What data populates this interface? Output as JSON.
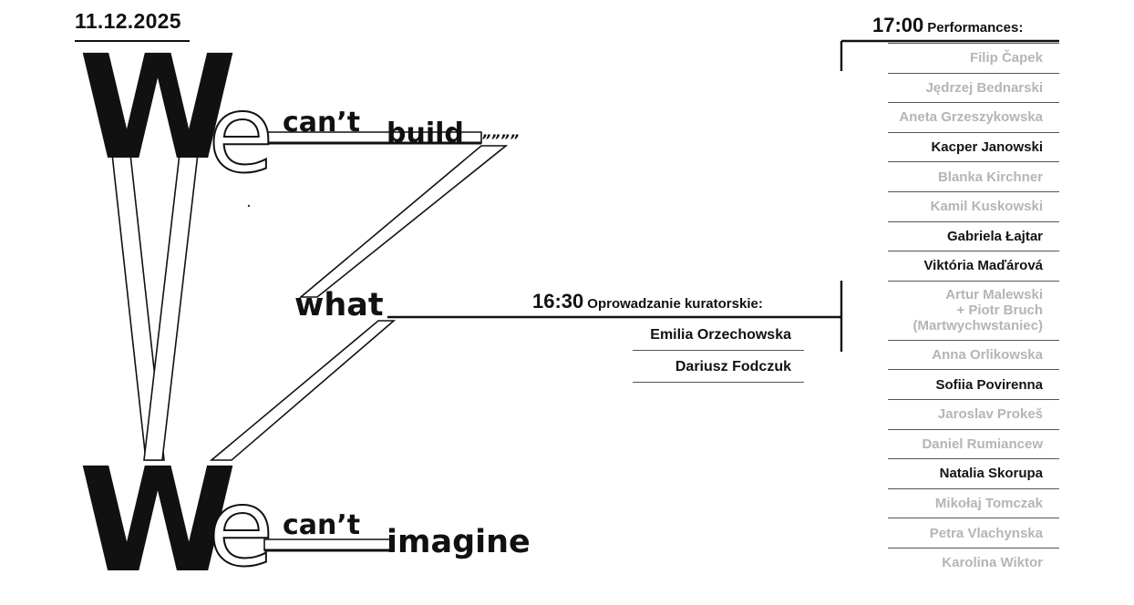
{
  "date": "11.12.2025",
  "poster": {
    "line1": {
      "W": "W",
      "e": "e",
      "cant": "canʼt",
      "verb": "build",
      "quotes": "ˮˮˮˮ"
    },
    "middle": "what",
    "line2": {
      "W": "W",
      "e": "e",
      "cant": "canʼt",
      "verb": "imagine"
    }
  },
  "curatorial": {
    "time": "16:30",
    "label": "Oprowadzanie kuratorskie:",
    "names": [
      "Emilia Orzechowska",
      "Dariusz Fodczuk"
    ]
  },
  "performances": {
    "time": "17:00",
    "label": "Performances:",
    "items": [
      {
        "name": "Filip Čapek",
        "style": "dim"
      },
      {
        "name": "Jędrzej Bednarski",
        "style": "dim"
      },
      {
        "name": "Aneta Grzeszykowska",
        "style": "dim"
      },
      {
        "name": "Kacper Janowski",
        "style": "dark"
      },
      {
        "name": "Blanka Kirchner",
        "style": "dim"
      },
      {
        "name": "Kamil Kuskowski",
        "style": "dim"
      },
      {
        "name": "Gabriela Łajtar",
        "style": "dark"
      },
      {
        "name": "Viktória Maďárová",
        "style": "dark"
      },
      {
        "name": "Artur Malewski\n+ Piotr Bruch\n(Martwychwstaniec)",
        "style": "dim"
      },
      {
        "name": "Anna Orlikowska",
        "style": "dim"
      },
      {
        "name": "Sofiia Povirenna",
        "style": "dark"
      },
      {
        "name": "Jaroslav Prokeš",
        "style": "dim"
      },
      {
        "name": "Daniel Rumiancew",
        "style": "dim"
      },
      {
        "name": "Natalia Skorupa",
        "style": "dark"
      },
      {
        "name": "Mikołaj Tomczak",
        "style": "dim"
      },
      {
        "name": "Petra Vlachynska",
        "style": "dim"
      },
      {
        "name": "Karolina Wiktor",
        "style": "dim"
      }
    ]
  },
  "colors": {
    "ink": "#111111",
    "dim": "#b5b5b5",
    "background": "#ffffff"
  }
}
